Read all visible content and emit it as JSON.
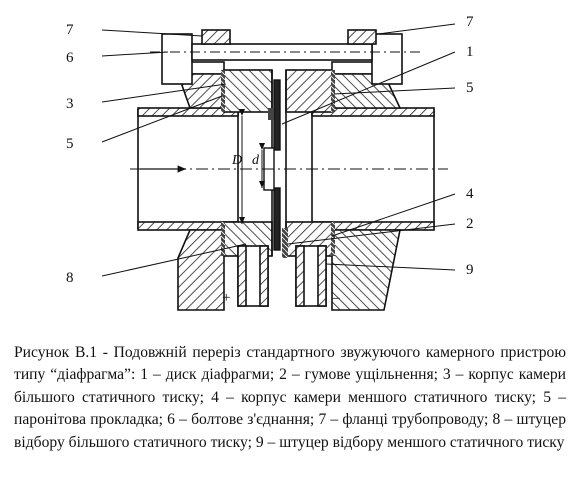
{
  "labels": {
    "l7_left": "7",
    "l6": "6",
    "l3": "3",
    "l5_left": "5",
    "l8": "8",
    "l7_right": "7",
    "l1": "1",
    "l5_right": "5",
    "l4": "4",
    "l2": "2",
    "l9": "9"
  },
  "symbols": {
    "big_d": "D",
    "small_d": "d",
    "plus": "+",
    "minus": "–"
  },
  "caption": "Рисунок В.1 - Подовжній переріз стандартного звужуючого камерного пристрою типу “діафрагма”: 1 – диск діафрагми; 2 – гумове ущільнення; 3 – корпус камери більшого статичного тиску; 4 – корпус камери меншого статичного тиску; 5 – паронітова прокладка; 6 – болтове з'єднання; 7 – фланці трубопроводу; 8 – штуцер відбору більшого статичного тиску; 9 – штуцер відбору меншого статичного тиску"
}
